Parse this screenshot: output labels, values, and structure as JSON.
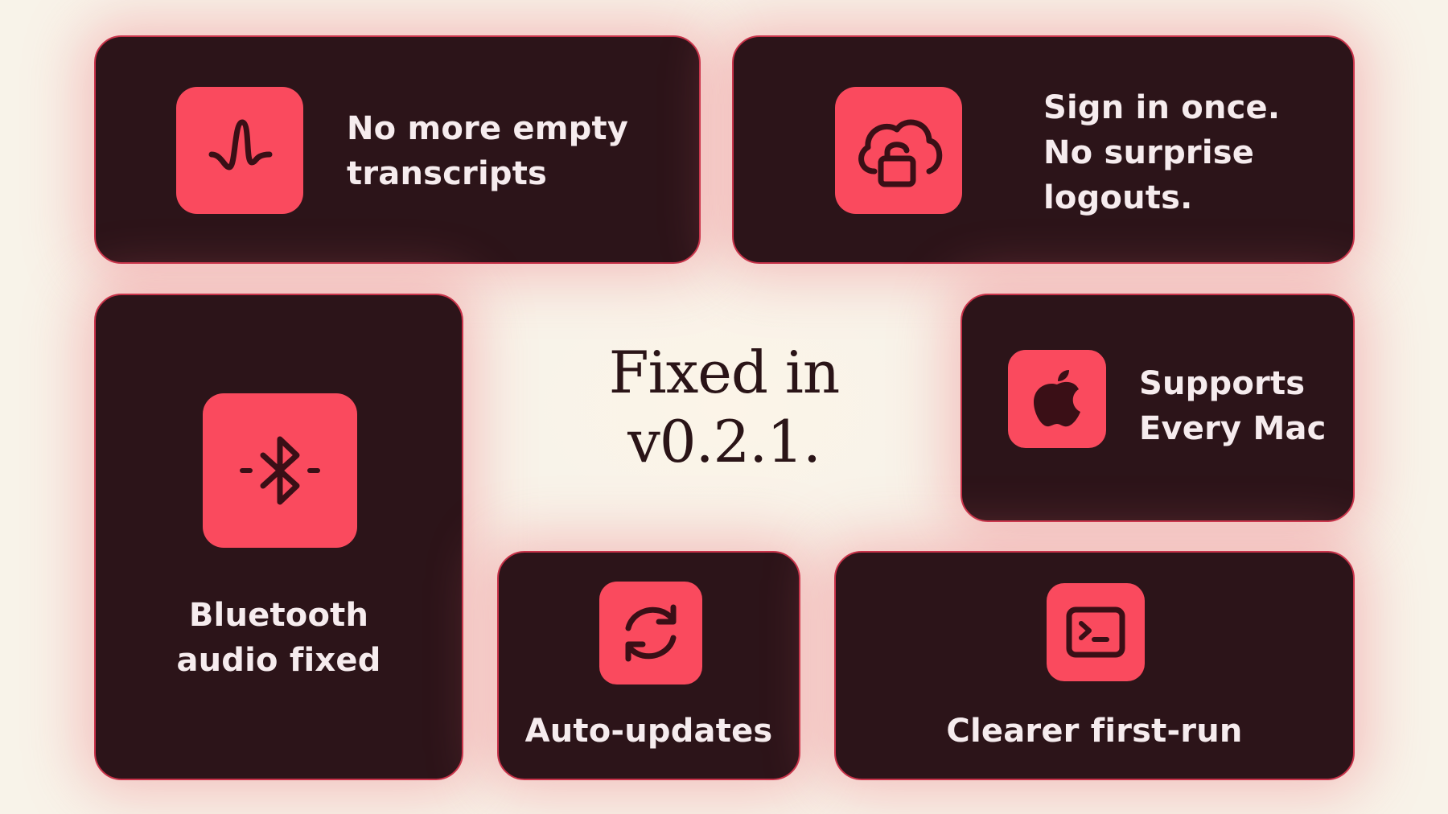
{
  "title": {
    "line1": "Fixed in",
    "line2": "v0.2.1."
  },
  "colors": {
    "background": "#f8f3e9",
    "card": "#2c1419",
    "card_border": "#c8334a",
    "icon_accent": "#fa4a5e",
    "icon_stroke": "#3a0f16",
    "text_light": "#f6ecee",
    "title_text": "#2a1417"
  },
  "cards": {
    "transcripts": {
      "icon": "waveform-icon",
      "line1": "No more empty",
      "line2": "transcripts"
    },
    "signin": {
      "icon": "cloud-unlock-icon",
      "line1": "Sign in once.",
      "line2": "No surprise",
      "line3": "logouts."
    },
    "bluetooth": {
      "icon": "bluetooth-icon",
      "line1": "Bluetooth",
      "line2": "audio fixed"
    },
    "mac": {
      "icon": "apple-icon",
      "line1": "Supports",
      "line2": "Every Mac"
    },
    "autoupdates": {
      "icon": "refresh-icon",
      "line1": "Auto-updates"
    },
    "firstrun": {
      "icon": "terminal-icon",
      "line1": "Clearer first-run"
    }
  }
}
